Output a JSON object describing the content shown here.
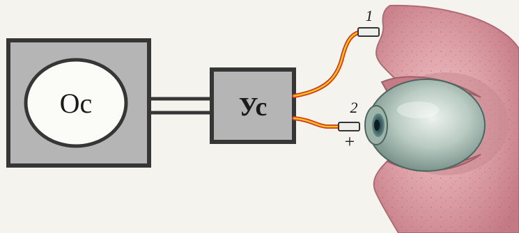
{
  "diagram": {
    "oscilloscope_label": "Oc",
    "amplifier_label": "Ус",
    "electrode_1_label": "1",
    "electrode_2_label": "2",
    "electrode_2_polarity": "+",
    "colors": {
      "box_fill": "#b9b9b9",
      "box_stroke": "#3a3a3a",
      "wire": "#d23a1e",
      "wire_inner": "#f2c21a",
      "skin": "#d9929a",
      "eyeball": "#a9bfb6",
      "iris": "#3d5e62"
    }
  }
}
